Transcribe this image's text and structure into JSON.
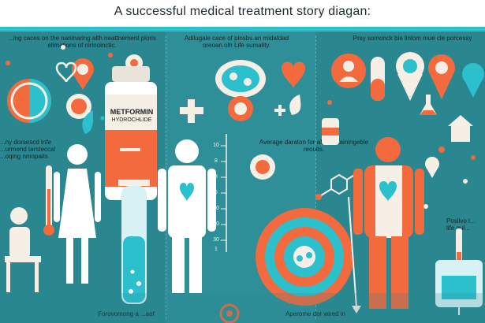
{
  "title": "A successful   medical treatment story diagan:",
  "captions": {
    "top_left": "...ing caces on the naninaring alth neattnement ploris elimations of nirinoinctic.",
    "top_middle": "Adilugale cace of pinsbs.an midaldad oreoan.olh Life sumality.",
    "top_right": "Prsy somonck bie linlom mue cle porcessy",
    "left_mid": "...ny dorsescd lnfe ...urmend tarsteccal ...oqing nmopaits",
    "middle_right": "Average daraton for afion retainingeble reoults.",
    "bottom_left": "Forovomong a ...aof",
    "bottom_middle": "Aperome dor wired in",
    "bottom_right": "Posiivo l... life qul..."
  },
  "bottle_label": {
    "line1": "METFORMIN",
    "line2": "HYDROCHLIDE"
  },
  "ruler_ticks": [
    "10",
    "8",
    "8",
    "6",
    "10",
    "20",
    "30",
    "1"
  ],
  "colors": {
    "background": "#2b8c95",
    "orange": "#f26a3d",
    "teal_light": "#2cc0cd",
    "cream": "#f6efe6",
    "white": "#ffffff"
  }
}
